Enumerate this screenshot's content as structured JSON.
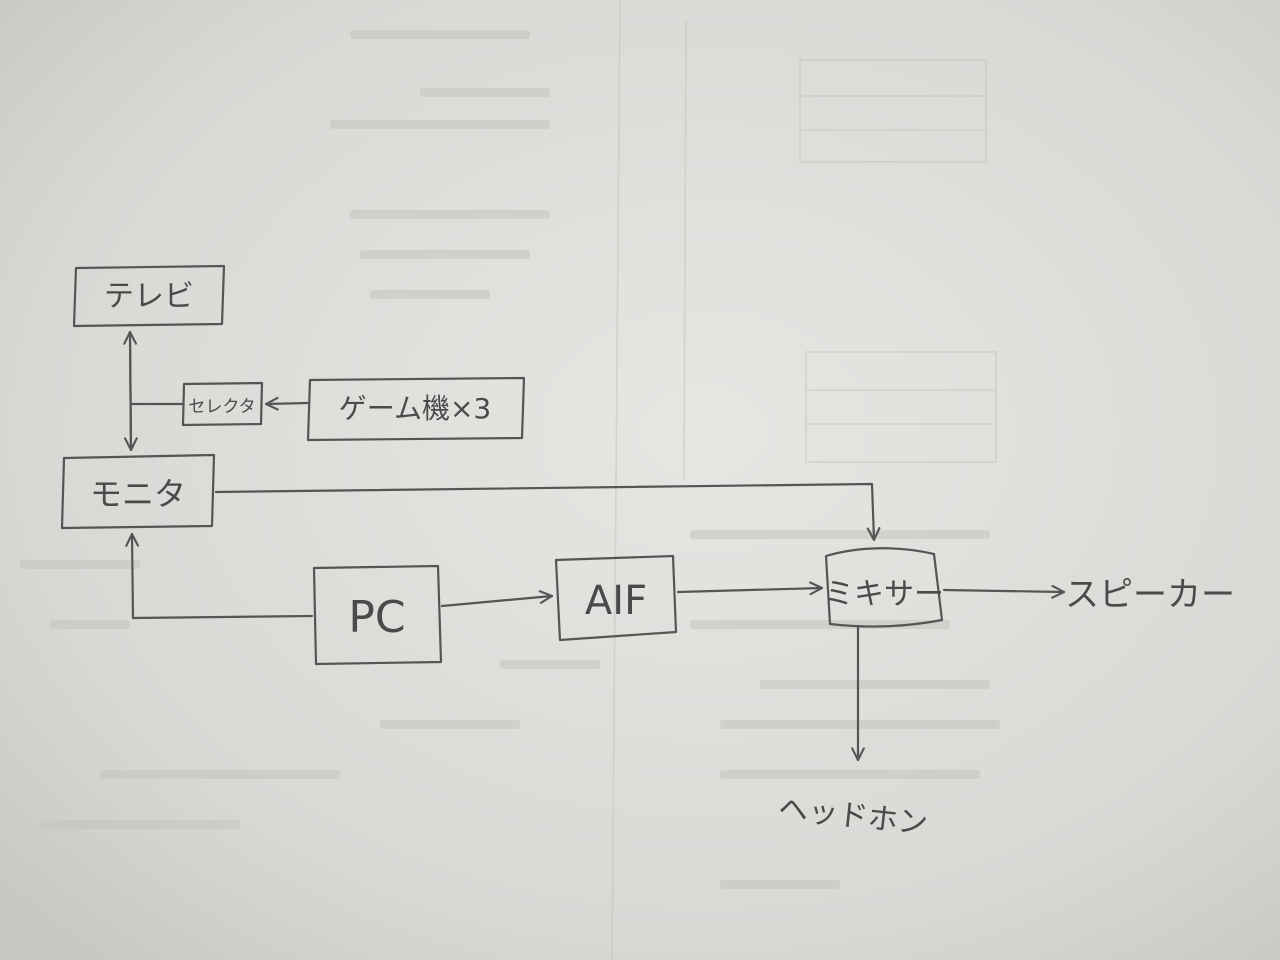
{
  "colors": {
    "paper": "#dadad7",
    "pencil": "#4f4f4f",
    "bleed_through": "#b9b9b6"
  },
  "nodes": {
    "tv": "テレビ",
    "selector": "セレクタ",
    "game_consoles": "ゲーム機×3",
    "monitor": "モニタ",
    "pc": "PC",
    "aif": "AIF",
    "mixer": "ミキサー",
    "speaker": "スピーカー",
    "headphones": "ヘッドホン"
  },
  "edges": [
    {
      "from": "game_consoles",
      "to": "selector"
    },
    {
      "from": "selector",
      "to": "tv_monitor_line"
    },
    {
      "from": "monitor",
      "to": "tv"
    },
    {
      "from": "tv",
      "to": "monitor"
    },
    {
      "from": "pc",
      "to": "monitor"
    },
    {
      "from": "pc",
      "to": "aif"
    },
    {
      "from": "aif",
      "to": "mixer"
    },
    {
      "from": "monitor",
      "to": "mixer"
    },
    {
      "from": "mixer",
      "to": "speaker"
    },
    {
      "from": "mixer",
      "to": "headphones"
    }
  ]
}
